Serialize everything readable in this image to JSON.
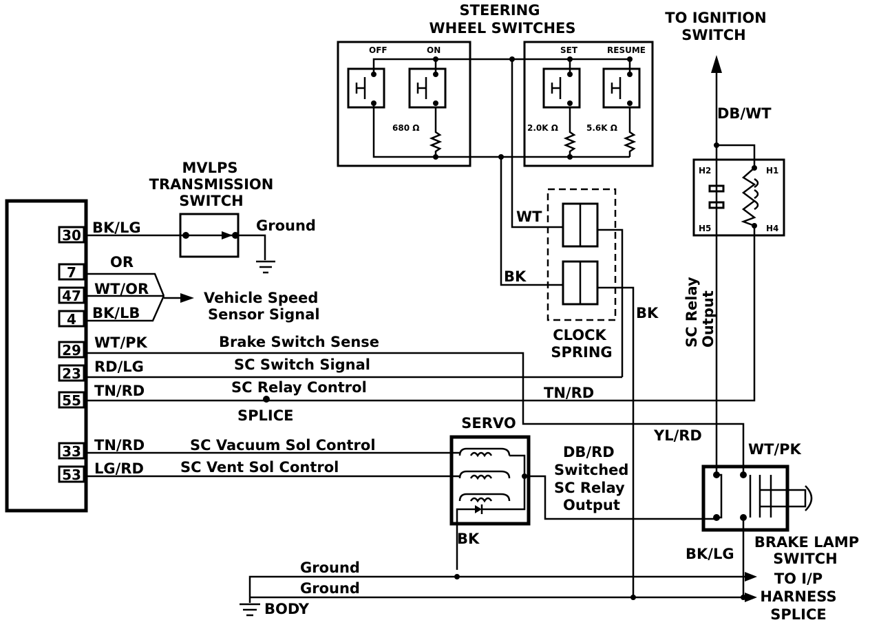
{
  "labels": {
    "steering_title_1": "STEERING",
    "steering_title_2": "WHEEL SWITCHES",
    "sw_off": "OFF",
    "sw_on": "ON",
    "sw_set": "SET",
    "sw_resume": "RESUME",
    "res_680": "680 Ω",
    "res_2k": "2.0K Ω",
    "res_5k": "5.6K Ω",
    "ign_1": "TO IGNITION",
    "ign_2": "SWITCH",
    "db_wt": "DB/WT",
    "relay_h1": "H1",
    "relay_h2": "H2",
    "relay_h4": "H4",
    "relay_h5": "H5",
    "mvlps_1": "MVLPS",
    "mvlps_2": "TRANSMISSION",
    "mvlps_3": "SWITCH",
    "ground_trans": "Ground",
    "wt_clock": "WT",
    "bk_clock": "BK",
    "bk_right": "BK",
    "clock_1": "CLOCK",
    "clock_2": "SPRING",
    "sc_relay_out_1": "SC Relay",
    "sc_relay_out_2": "Output",
    "vss_1": "Vehicle Speed",
    "vss_2": "Sensor Signal",
    "brake_sense": "Brake Switch Sense",
    "sc_switch": "SC Switch Signal",
    "sc_relay_ctrl": "SC Relay Control",
    "splice": "SPLICE",
    "tn_rd_right": "TN/RD",
    "servo": "SERVO",
    "yl_rd": "YL/RD",
    "wt_pk_right": "WT/PK",
    "dbrd_1": "DB/RD",
    "dbrd_2": "Switched",
    "dbrd_3": "SC Relay",
    "dbrd_4": "Output",
    "vac_sol": "SC Vacuum Sol Control",
    "vent_sol": "SC Vent Sol Control",
    "bk_servo": "BK",
    "brake_lamp_1": "BRAKE LAMP",
    "brake_lamp_2": "SWITCH",
    "bk_lg_bottom": "BK/LG",
    "ground_1": "Ground",
    "ground_2": "Ground",
    "body": "BODY",
    "to_ip_1": "TO I/P",
    "to_ip_2": "HARNESS",
    "to_ip_3": "SPLICE"
  },
  "connector": {
    "pins": [
      {
        "pin": "30",
        "wire": "BK/LG"
      },
      {
        "pin": "7",
        "wire": "OR"
      },
      {
        "pin": "47",
        "wire": "WT/OR"
      },
      {
        "pin": "4",
        "wire": "BK/LB"
      },
      {
        "pin": "29",
        "wire": "WT/PK"
      },
      {
        "pin": "23",
        "wire": "RD/LG"
      },
      {
        "pin": "55",
        "wire": "TN/RD"
      },
      {
        "pin": "33",
        "wire": "TN/RD"
      },
      {
        "pin": "53",
        "wire": "LG/RD"
      }
    ]
  }
}
